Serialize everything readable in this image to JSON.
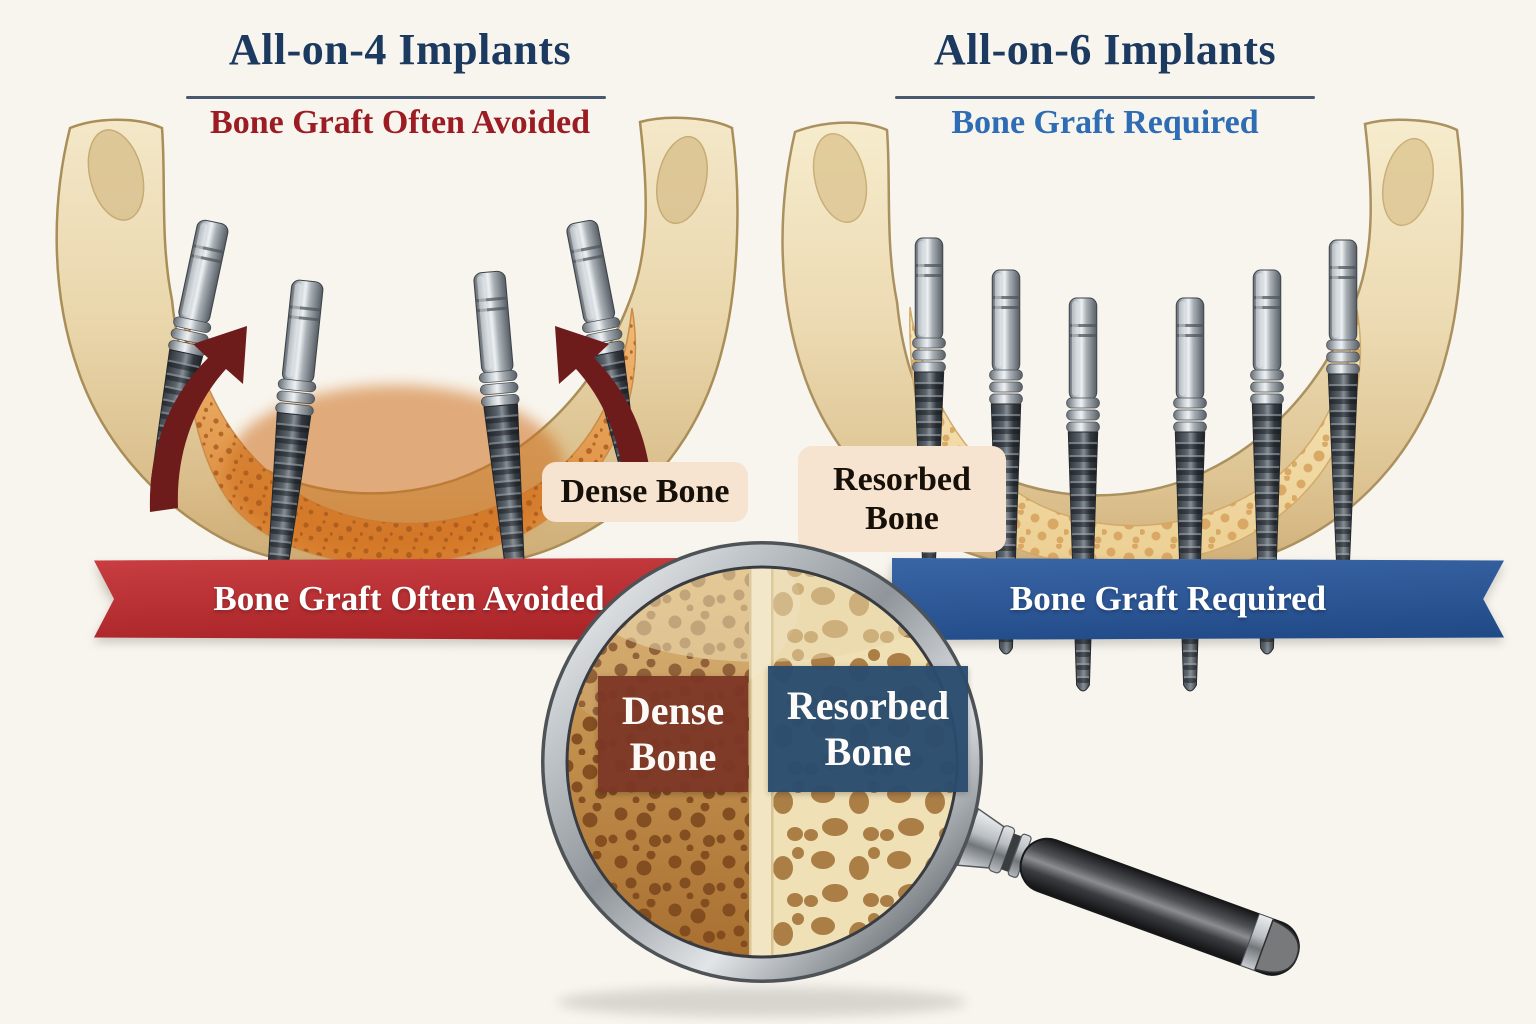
{
  "canvas": {
    "background": "#f8f5ee"
  },
  "left_panel": {
    "title": "All-on-4 Implants",
    "subtitle": "Bone Graft Often Avoided",
    "implant_count": 4,
    "bone_label": "Dense Bone",
    "ribbon_text": "Bone Graft Often Avoided"
  },
  "right_panel": {
    "title": "All-on-6 Implants",
    "subtitle": "Bone Graft Required",
    "implant_count": 6,
    "bone_label": "Resorbed Bone",
    "ribbon_text": "Bone Graft Required"
  },
  "magnifier": {
    "dense_label": "Dense Bone",
    "resorbed_label": "Resorbed Bone"
  },
  "colors": {
    "title_navy": "#1c3a60",
    "subtitle_red": "#9c1c23",
    "subtitle_blue": "#2e6cb4",
    "ribbon_red": "#c2282c",
    "ribbon_blue": "#24549b",
    "dense_box_bg": "#7d3826",
    "resorbed_box_bg": "#2a4c6e",
    "bone_label_bg": "#f6e4d0",
    "arrow_red": "#6e1b1b"
  }
}
